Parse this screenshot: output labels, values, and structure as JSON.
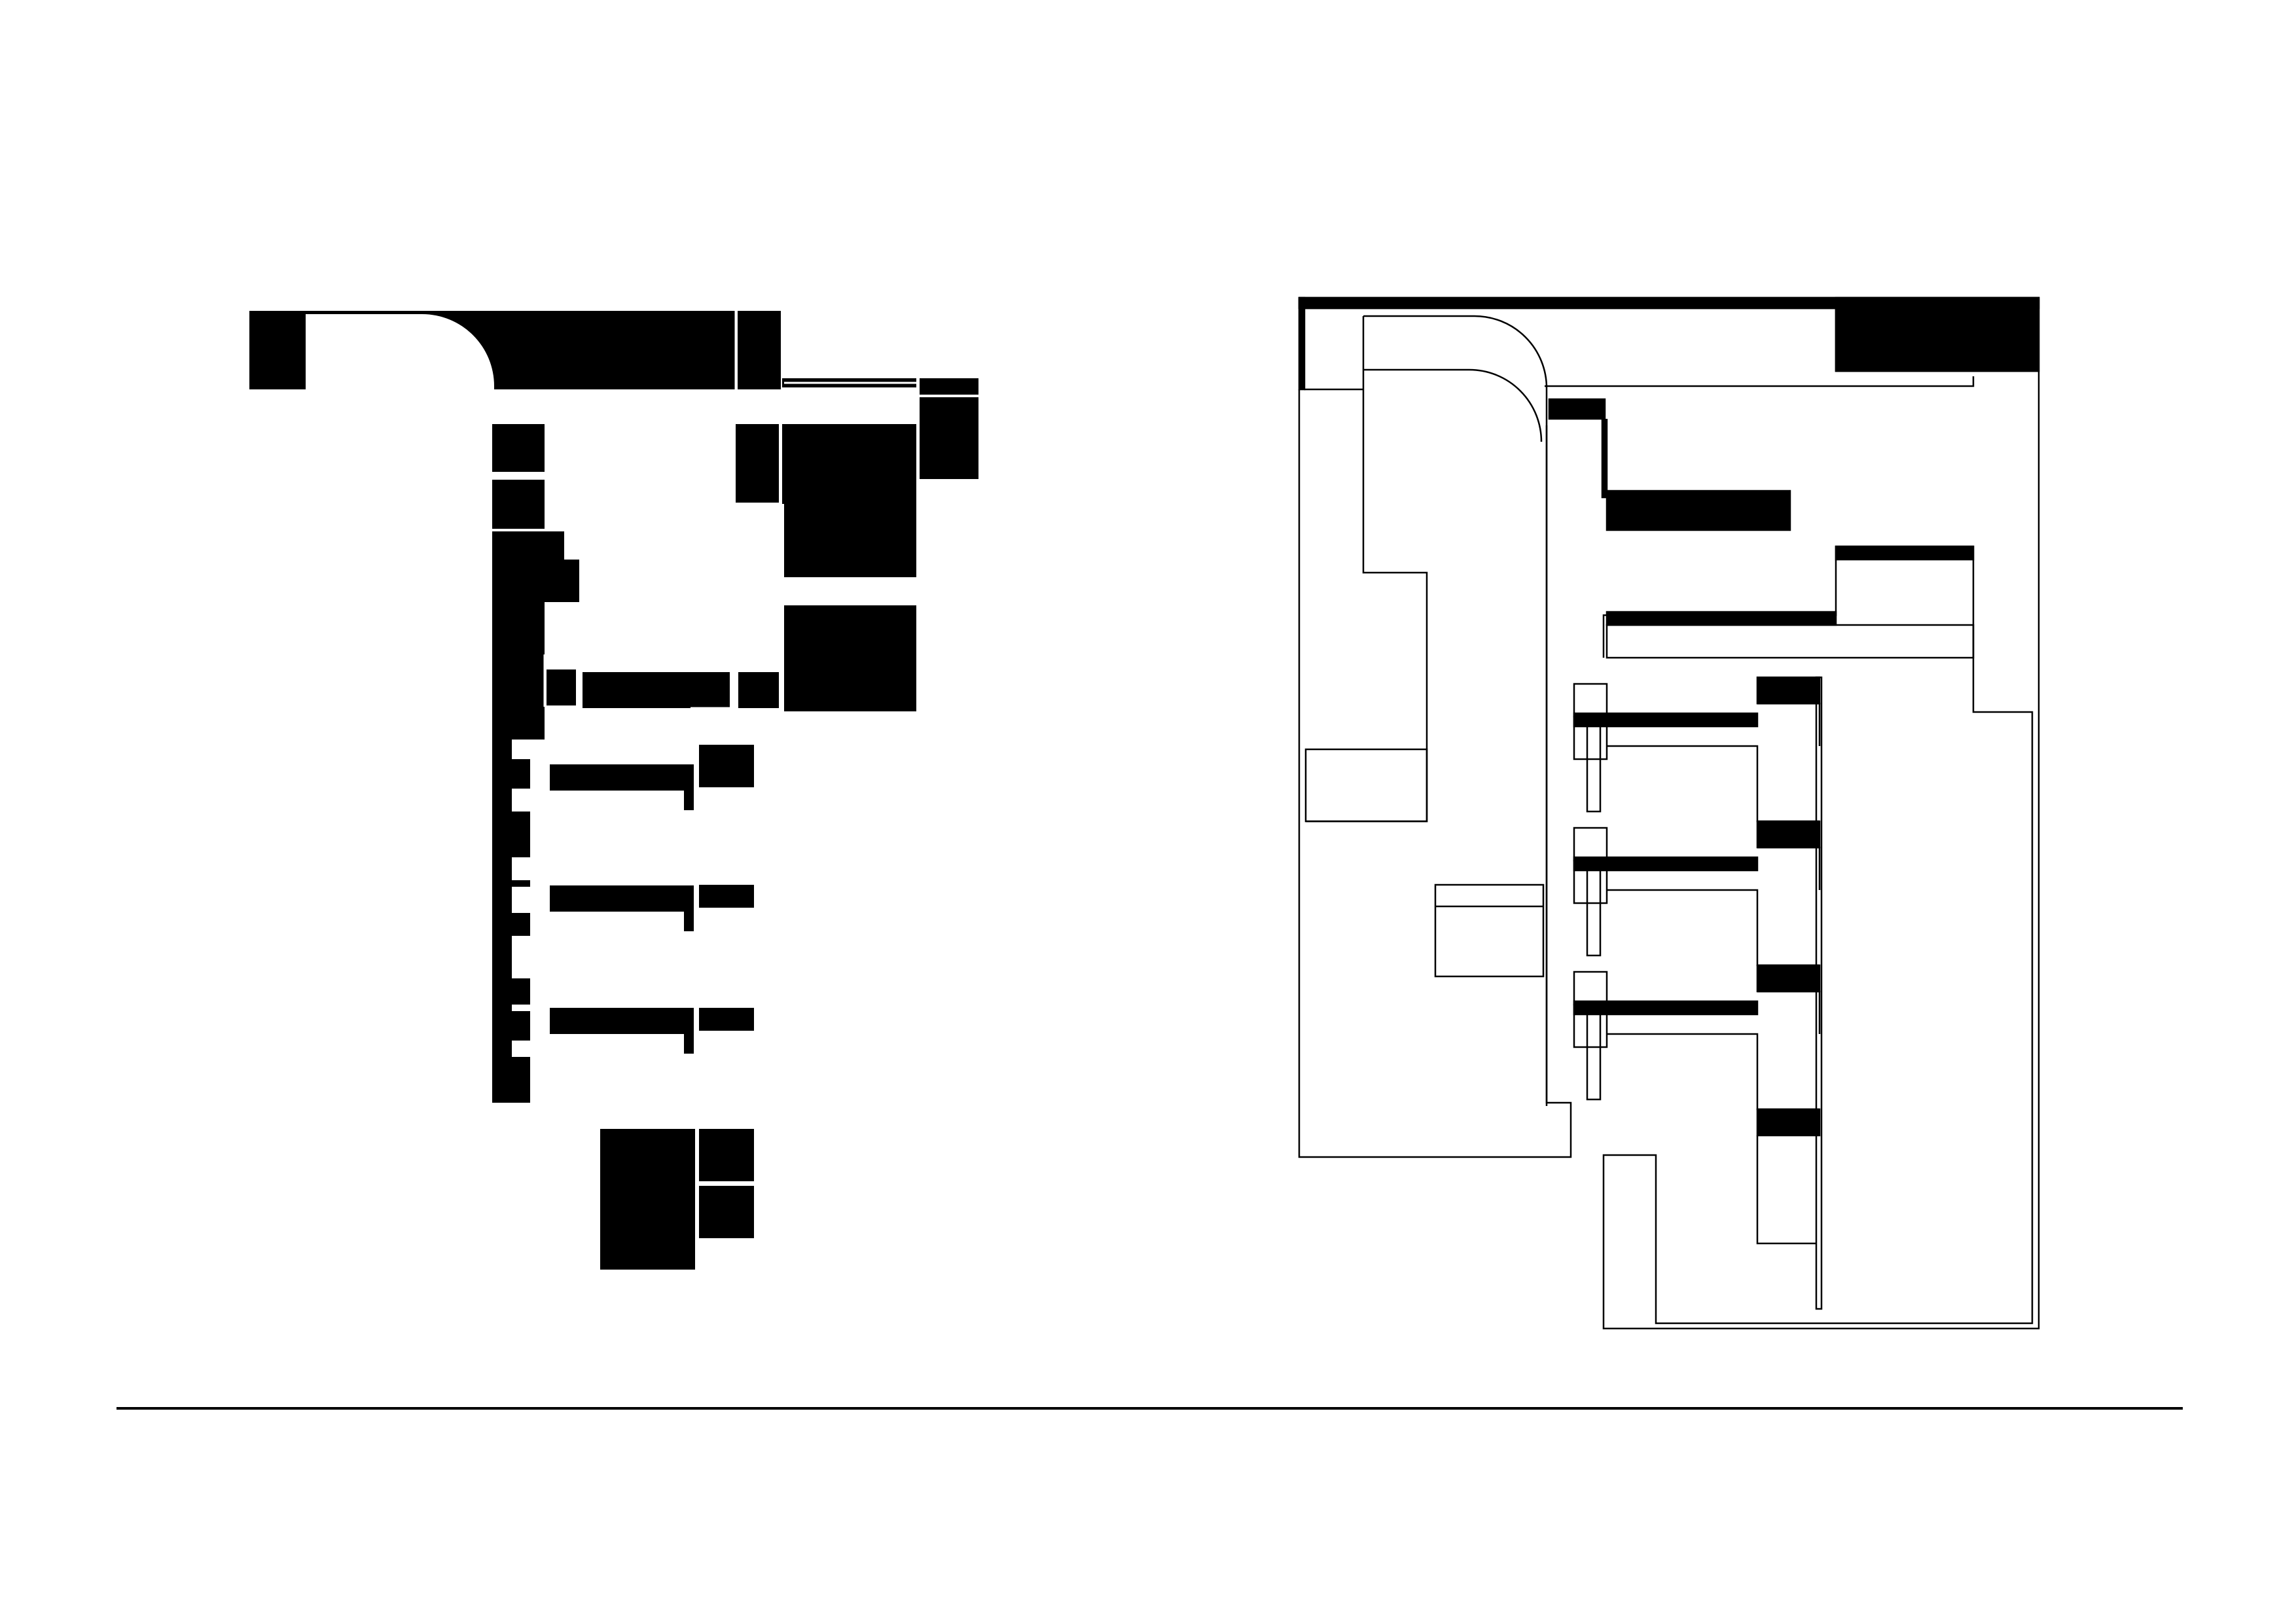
{
  "document": {
    "type": "architectural-drawing-sheet",
    "text": []
  },
  "drawings": [
    {
      "name": "solid-plan",
      "description_visible": false,
      "fill": "#000000"
    },
    {
      "name": "outline-plan",
      "fill": "#000000",
      "stroke": "#000000"
    }
  ],
  "colors": {
    "ink": "#000000",
    "paper": "#ffffff"
  }
}
